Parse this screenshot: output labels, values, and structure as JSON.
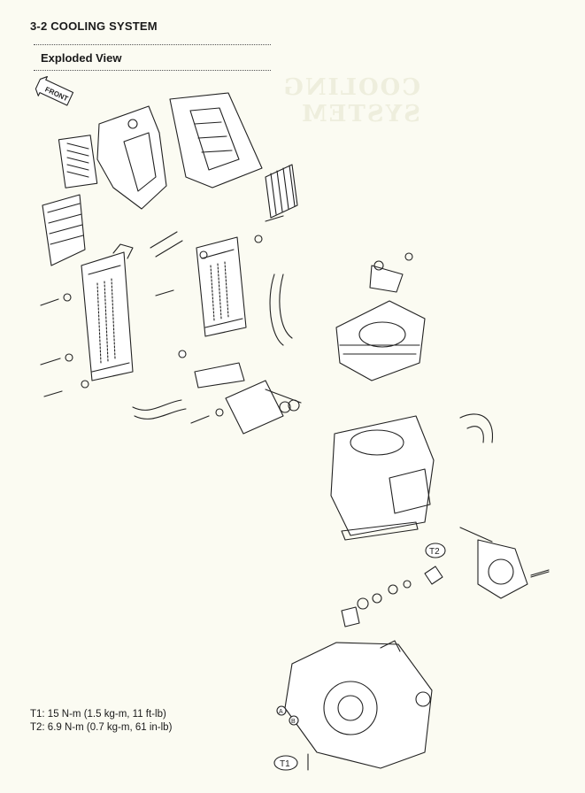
{
  "header": {
    "title": "3-2 COOLING SYSTEM"
  },
  "section": {
    "title": "Exploded View"
  },
  "ghost_text": "COOLING SYSTEM",
  "diagram": {
    "front_arrow": "FRONT",
    "callouts": {
      "t1": "T1",
      "t2": "T2",
      "a": "A",
      "b": "B"
    }
  },
  "torque_specs": [
    {
      "text": "T1: 15 N-m (1.5 kg-m, 11 ft-lb)"
    },
    {
      "text": "T2: 6.9 N-m (0.7 kg-m, 61 in-lb)"
    }
  ]
}
